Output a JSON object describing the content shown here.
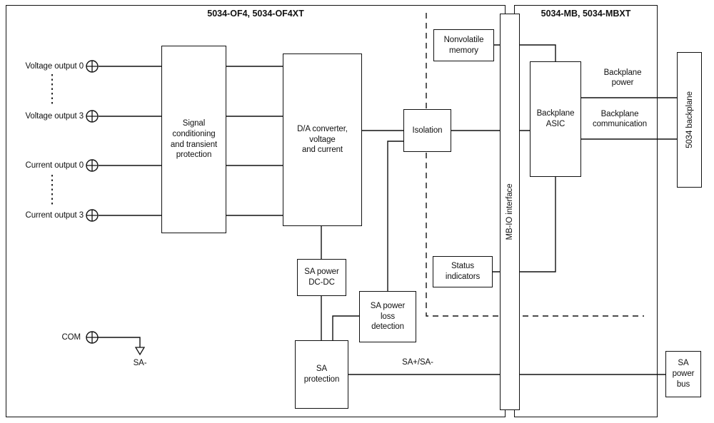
{
  "sections": {
    "left_title": "5034-OF4, 5034-OF4XT",
    "right_title": "5034-MB, 5034-MBXT"
  },
  "terminals": {
    "items": [
      {
        "label": "Voltage output 0"
      },
      {
        "label": "Voltage output 3"
      },
      {
        "label": "Current output 0"
      },
      {
        "label": "Current output 3"
      }
    ],
    "com_label": "COM",
    "sa_minus_label": "SA-"
  },
  "blocks": {
    "signal_conditioning": "Signal\nconditioning\nand transient\nprotection",
    "da_converter": "D/A converter,\nvoltage\nand current",
    "isolation": "Isolation",
    "nonvolatile_memory": "Nonvolatile\nmemory",
    "backplane_asic": "Backplane\nASIC",
    "status_indicators": "Status\nindicators",
    "sa_power_dcdc": "SA power\nDC-DC",
    "sa_power_loss": "SA power\nloss\ndetection",
    "sa_protection": "SA\nprotection",
    "sa_power_bus": "SA\npower\nbus",
    "mb_io_interface": "MB-IO interface",
    "backplane_5034": "5034 backplane"
  },
  "wire_labels": {
    "backplane_power": "Backplane\npower",
    "backplane_communication": "Backplane\ncommunication",
    "sa_plus_minus": "SA+/SA-"
  },
  "colors": {
    "line": "#111111",
    "background": "#ffffff"
  }
}
